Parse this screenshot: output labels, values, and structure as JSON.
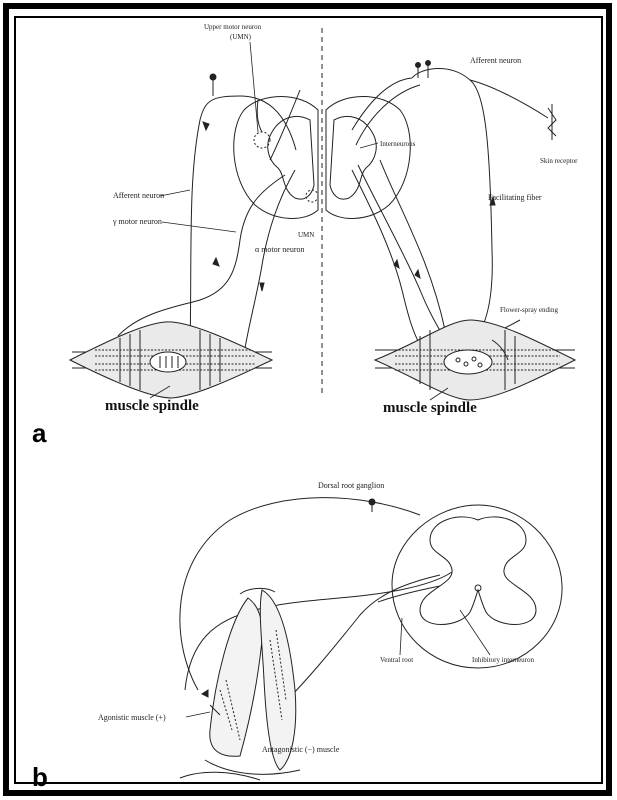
{
  "panel_a": {
    "letter": "a",
    "labels": {
      "upper_motor_neuron": "Upper motor neuron",
      "umn_abbrev": "(UMN)",
      "afferent_neuron_left": "Afferent neuron",
      "gamma_motor_neuron": "γ motor neuron",
      "alpha_motor_neuron": "α motor neuron",
      "umn_center": "UMN",
      "muscle_spindle_left": "muscle spindle",
      "afferent_neuron_right": "Afferent neuron",
      "interneurons": "Interneurons",
      "skin_receptor": "Skin receptor",
      "facilitating_fiber": "Facilitating fiber",
      "flower_spray_ending": "Flower-spray ending",
      "muscle_spindle_right": "muscle spindle"
    }
  },
  "panel_b": {
    "letter": "b",
    "labels": {
      "dorsal_root_ganglion": "Dorsal root ganglion",
      "ventral_root": "Ventral root",
      "inhibitory_interneuron": "Inhibitory interneuron",
      "agonistic_muscle": "Agonistic muscle (+)",
      "antagonistic_muscle": "Antagonistic (−) muscle"
    }
  }
}
